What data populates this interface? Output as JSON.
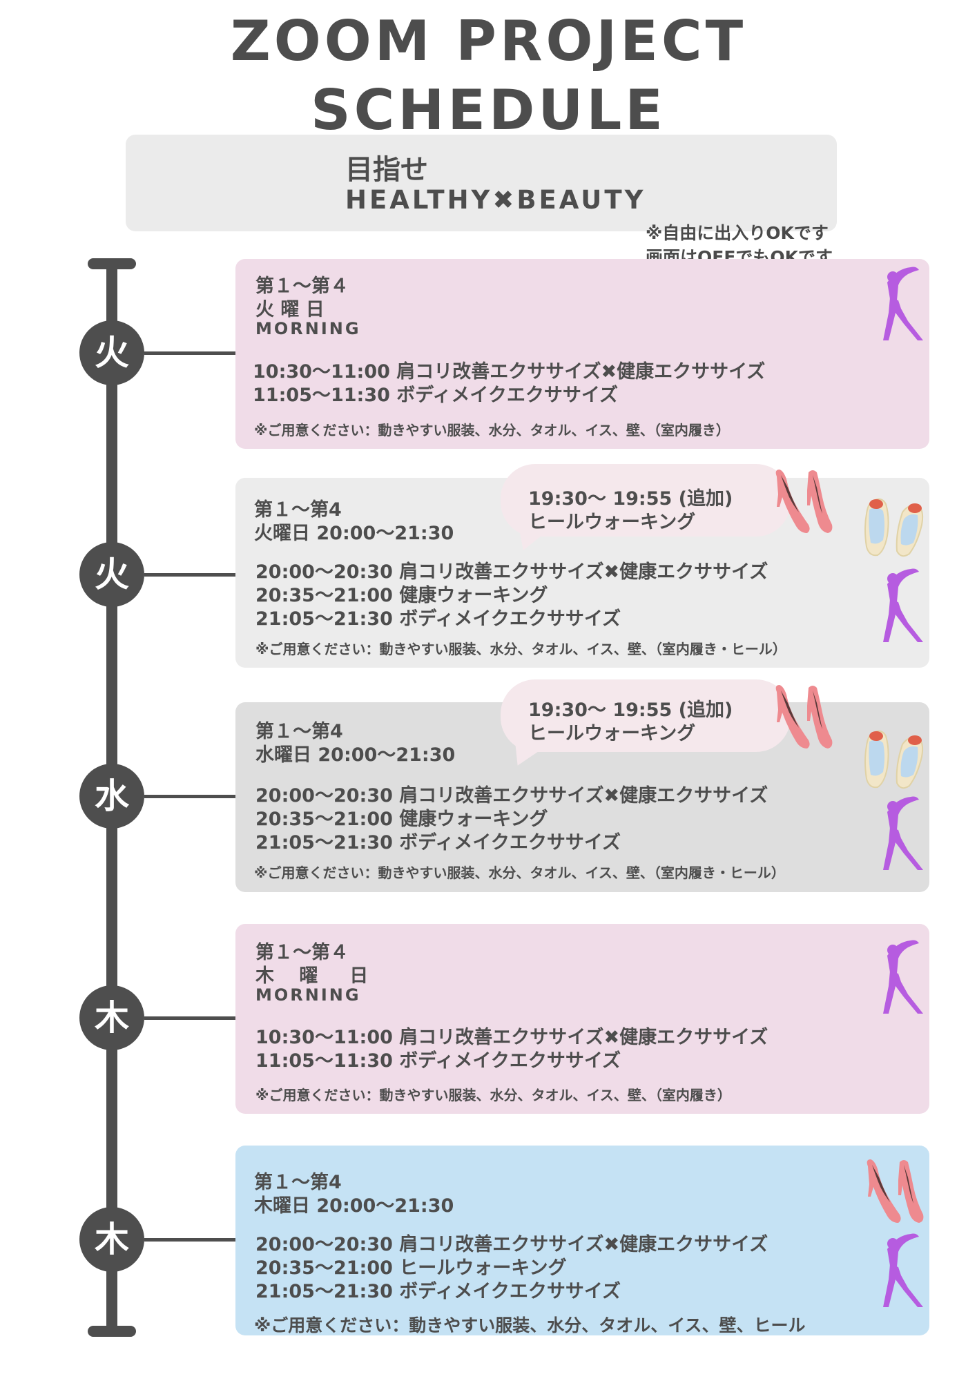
{
  "header": {
    "title_line1": "ZOOM PROJECT",
    "title_line2": "SCHEDULE",
    "banner_line1": "目指せ",
    "banner_line2": "HEALTHY✖BEAUTY",
    "note_line1": "※自由に出入りOKです",
    "note_line2": "画面はOFFでもOKです"
  },
  "colors": {
    "pink_card": "#f0dce8",
    "gray_card": "#ececec",
    "gray_card_dark": "#dedede",
    "blue_card": "#c5e2f4",
    "timeline": "#4e4e4e",
    "figure": "#b65ce0",
    "shoes": "#ee8a8f"
  },
  "icons": [
    "stretching-woman-icon",
    "high-heels-icon",
    "sneakers-icon"
  ],
  "sessions": [
    {
      "day": "火",
      "heading1": "第１～第４",
      "heading2": "火 曜 日",
      "heading3": "MORNING",
      "lines": [
        "10:30～11:00 肩コリ改善エクササイズ✖健康エクササイズ",
        "11:05～11:30 ボディメイクエクササイズ"
      ],
      "requirements": "※ご用意ください：動きやすい服装、水分、タオル、イス、壁、（室内履き）"
    },
    {
      "day": "火",
      "heading1": "第１～第4",
      "heading2": "火曜日 20:00～21:30",
      "bubble_line1": "19:30～ 19:55 (追加)",
      "bubble_line2": "ヒールウォーキング",
      "lines": [
        "20:00～20:30 肩コリ改善エクササイズ✖健康エクササイズ",
        "20:35～21:00 健康ウォーキング",
        "21:05～21:30 ボディメイクエクササイズ"
      ],
      "requirements": "※ご用意ください：動きやすい服装、水分、タオル、イス、壁、（室内履き・ヒール）"
    },
    {
      "day": "水",
      "heading1": "第１～第4",
      "heading2": "水曜日 20:00～21:30",
      "bubble_line1": "19:30～ 19:55 (追加)",
      "bubble_line2": "ヒールウォーキング",
      "lines": [
        "20:00～20:30 肩コリ改善エクササイズ✖健康エクササイズ",
        "20:35～21:00 健康ウォーキング",
        "21:05～21:30 ボディメイクエクササイズ"
      ],
      "requirements": "※ご用意ください：動きやすい服装、水分、タオル、イス、壁、（室内履き・ヒール）"
    },
    {
      "day": "木",
      "heading1": "第１～第４",
      "heading2": "木　 曜 　 日",
      "heading3": "MORNING",
      "lines": [
        "10:30～11:00 肩コリ改善エクササイズ✖健康エクササイズ",
        "11:05～11:30 ボディメイクエクササイズ"
      ],
      "requirements": "※ご用意ください：動きやすい服装、水分、タオル、イス、壁、（室内履き）"
    },
    {
      "day": "木",
      "heading1": "第１～第4",
      "heading2": "木曜日 20:00～21:30",
      "lines": [
        "20:00～20:30 肩コリ改善エクササイズ✖健康エクササイズ",
        "20:35～21:00 ヒールウォーキング",
        "21:05～21:30 ボディメイクエクササイズ"
      ],
      "requirements": "※ご用意ください：動きやすい服装、水分、タオル、イス、壁、ヒール"
    }
  ]
}
